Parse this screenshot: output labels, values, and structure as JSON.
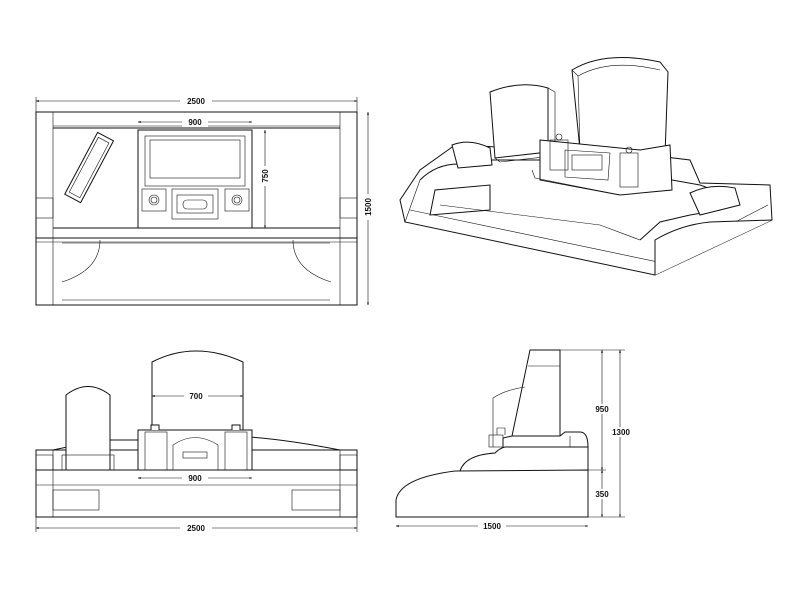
{
  "plan_view": {
    "width": "2500",
    "center_width": "900",
    "center_depth": "750",
    "depth": "1500"
  },
  "front_view": {
    "tablet_width": "700",
    "center_width": "900",
    "width": "2500"
  },
  "side_view": {
    "upper_height": "950",
    "total_height": "1300",
    "base_height": "350",
    "depth": "1500"
  },
  "colors": {
    "line": "#111111",
    "background": "#ffffff"
  }
}
